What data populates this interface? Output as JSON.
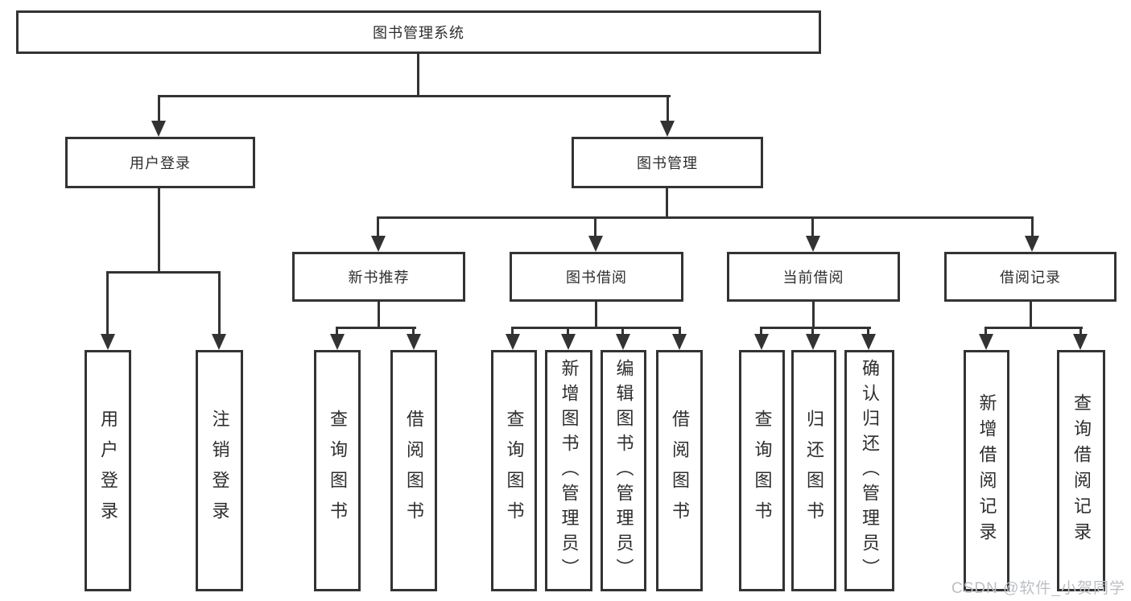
{
  "diagram": {
    "root": {
      "label": "图书管理系统"
    },
    "level2": [
      {
        "label": "用户登录",
        "children": [
          {
            "label": "用户登录"
          },
          {
            "label": "注销登录"
          }
        ]
      },
      {
        "label": "图书管理",
        "children": [
          {
            "label": "新书推荐",
            "children": [
              {
                "label": "查询图书"
              },
              {
                "label": "借阅图书"
              }
            ]
          },
          {
            "label": "图书借阅",
            "children": [
              {
                "label": "查询图书"
              },
              {
                "label": "新增图书（管理员）"
              },
              {
                "label": "编辑图书（管理员）"
              },
              {
                "label": "借阅图书"
              }
            ]
          },
          {
            "label": "当前借阅",
            "children": [
              {
                "label": "查询图书"
              },
              {
                "label": "归还图书"
              },
              {
                "label": "确认归还（管理员）"
              }
            ]
          },
          {
            "label": "借阅记录",
            "children": [
              {
                "label": "新增借阅记录"
              },
              {
                "label": "查询借阅记录"
              }
            ]
          }
        ]
      }
    ]
  },
  "watermark": {
    "text": "CSDN @软件_小贺同学"
  },
  "colors": {
    "line": "#333333",
    "text": "#2e2e2e",
    "background": "#ffffff",
    "watermark": "#bcbfc6"
  }
}
